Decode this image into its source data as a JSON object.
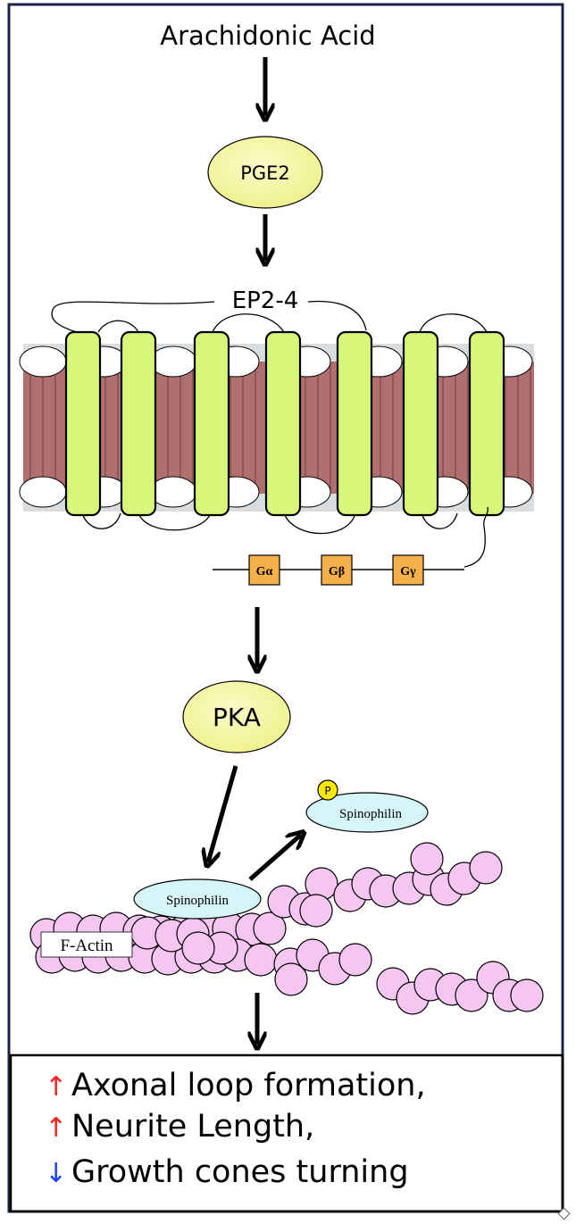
{
  "diagram": {
    "top_label": "Arachidonic Acid",
    "pge2": "PGE2",
    "receptor": "EP2-4",
    "g_alpha": "Gα",
    "g_beta": "Gβ",
    "g_gamma": "Gγ",
    "pka": "PKA",
    "phospho": "P",
    "spinophilin_free": "Spinophilin",
    "spinophilin_bound": "Spinophilin",
    "f_actin": "F-Actin"
  },
  "outcomes": [
    {
      "arrow": "↑",
      "direction": "up",
      "color": "#ff2020",
      "text": "Axonal loop formation,"
    },
    {
      "arrow": "↑",
      "direction": "up",
      "color": "#ff2020",
      "text": "Neurite Length,"
    },
    {
      "arrow": "↓",
      "direction": "down",
      "color": "#2040ff",
      "text": "Growth cones turning"
    }
  ],
  "colors": {
    "ellipse_fill": "#f1f39a",
    "helix_fill": "#d6f77a",
    "membrane": "#b07070",
    "g_protein": "#f5b04a",
    "spinophilin": "#d6f5f8",
    "actin": "#f6c6f2",
    "phospho": "#ffe800"
  }
}
